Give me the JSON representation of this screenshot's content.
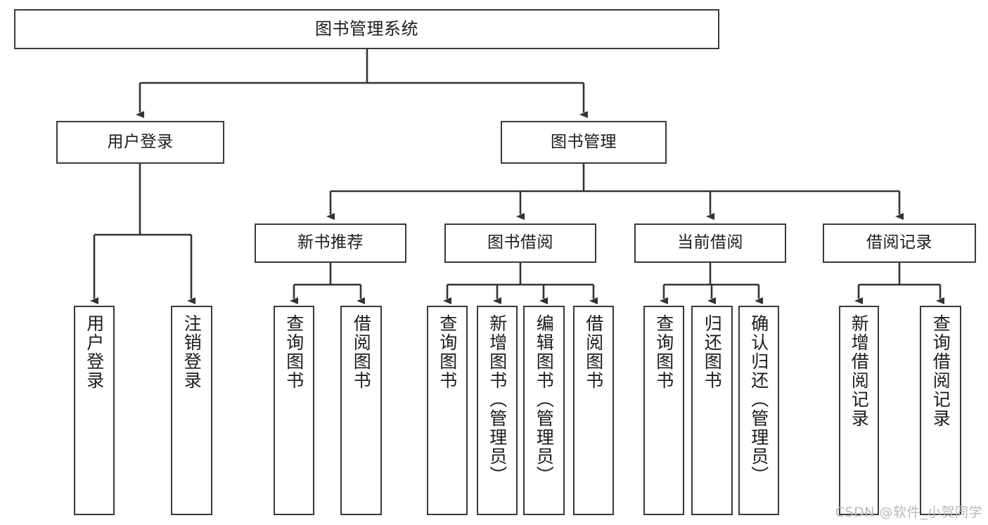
{
  "diagram": {
    "title": "图书管理系统",
    "watermark": "CSDN @软件_小贺同学",
    "colors": {
      "background": "#ffffff",
      "border": "#3a3a3a",
      "text": "#1c1c1c",
      "edge": "#333333",
      "watermark": "#b9b9b9"
    },
    "nodes": {
      "root": {
        "label": "图书管理系统"
      },
      "level2": [
        {
          "label": "用户登录"
        },
        {
          "label": "图书管理"
        }
      ],
      "level3": [
        {
          "label": "新书推荐"
        },
        {
          "label": "图书借阅"
        },
        {
          "label": "当前借阅"
        },
        {
          "label": "借阅记录"
        }
      ],
      "leaves": {
        "user_login": [
          {
            "label": "用户登录"
          },
          {
            "label": "注销登录"
          }
        ],
        "new_book_recommend": [
          {
            "label": "查询图书"
          },
          {
            "label": "借阅图书"
          }
        ],
        "book_borrow": [
          {
            "label": "查询图书"
          },
          {
            "label": "新增图书（管理员）"
          },
          {
            "label": "编辑图书（管理员）"
          },
          {
            "label": "借阅图书"
          }
        ],
        "current_borrow": [
          {
            "label": "查询图书"
          },
          {
            "label": "归还图书"
          },
          {
            "label": "确认归还（管理员）"
          }
        ],
        "borrow_record": [
          {
            "label": "新增借阅记录"
          },
          {
            "label": "查询借阅记录"
          }
        ]
      }
    }
  }
}
